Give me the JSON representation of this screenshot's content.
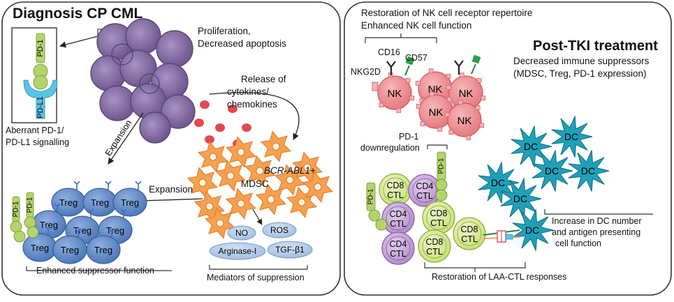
{
  "left_panel": {
    "title": "Diagnosis CP CML",
    "proliferation": [
      "Proliferation,",
      "Decreased apoptosis"
    ],
    "release": [
      "Release of",
      "cytokines/",
      "chemokines"
    ],
    "expansion_diag": "Expansion",
    "expansion_h": "Expansion",
    "bcr_abl": "BCR-ABL1+",
    "mdsc": "MDSC",
    "pd1": "PD-1",
    "pdl1": "PD-L1",
    "aberrant": [
      "Aberrant PD-1/",
      "PD-L1 signalling"
    ],
    "treg": "Treg",
    "pd1_small": "PD-1",
    "enhanced_suppressor": "Enhanced suppressor function",
    "mediators": {
      "no": "NO",
      "ros": "ROS",
      "arginase": "Arginase-I",
      "tgf": "TGF-β1",
      "caption": "Mediators of suppression"
    }
  },
  "right_panel": {
    "title": "Post-TKI treatment",
    "restoration_nk": [
      "Restoration of NK cell receptor repertoire",
      "Enhanced NK cell function"
    ],
    "cd16": "CD16",
    "cd57": "CD57",
    "nkg2d": "NKG2D",
    "nk": "NK",
    "decreased": [
      "Decreased immune suppressors",
      "(MDSC, Treg, PD-1 expression)"
    ],
    "pd1_down": [
      "PD-1",
      "downregulation"
    ],
    "pd1": "PD-1",
    "cd8": "CD8",
    "cd4": "CD4",
    "ctl": "CTL",
    "dc": "DC",
    "dc_increase": [
      "Increase in DC number",
      "and antigen presenting",
      "cell function"
    ],
    "restoration_laa": "Restoration of LAA-CTL responses"
  },
  "colors": {
    "tumor": "#8a72a8",
    "mdsc": "#f6a050",
    "treg": "#5b86c6",
    "nk": "#ef8f92",
    "cd8": "#d5ec97",
    "cd4": "#c7a6d8",
    "dc": "#1fa0b8",
    "pd1": "#b3d46a",
    "cytokine": "#e04a4e"
  }
}
